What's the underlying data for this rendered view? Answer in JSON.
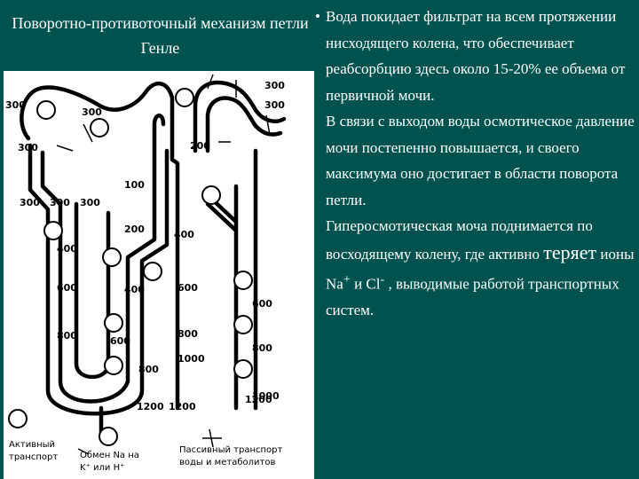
{
  "title": "Поворотно-противоточный механизм петли Генле",
  "text": {
    "bullet": "•",
    "p1": "Вода покидает фильтрат на всем протяжении нисходящего колена, что обеспечивает реабсорбцию здесь около 15-20% ее объема от первичной мочи.",
    "p2": "В связи с выходом воды осмотическое давление мочи постепенно повышается, и своего максимума оно достигает в области поворота петли.",
    "p3_before": "Гиперосмотическая моча поднимается по восходящему колену, где активно ",
    "p3_em": "теряет",
    "p3_mid1": " ионы Na",
    "p3_sup1": "+",
    "p3_mid2": " и Cl",
    "p3_sup2": "-",
    "p3_after": " , выводимые работой транспортных систем."
  },
  "diagram": {
    "labels": [
      "300",
      "300",
      "300",
      "300",
      "300",
      "200",
      "100",
      "300",
      "300",
      "300",
      "200",
      "400",
      "400",
      "400",
      "600",
      "600",
      "600",
      "600",
      "800",
      "800",
      "800",
      "800",
      "1000",
      "1000",
      "1200",
      "1200",
      "1200"
    ],
    "legend": {
      "active": "Активный транспорт",
      "exchange_line1": "Обмен Na на",
      "exchange_line2": "K⁺ или H⁺",
      "passive_line1": "Пассивный транспорт",
      "passive_line2": "воды и метаболитов"
    }
  }
}
